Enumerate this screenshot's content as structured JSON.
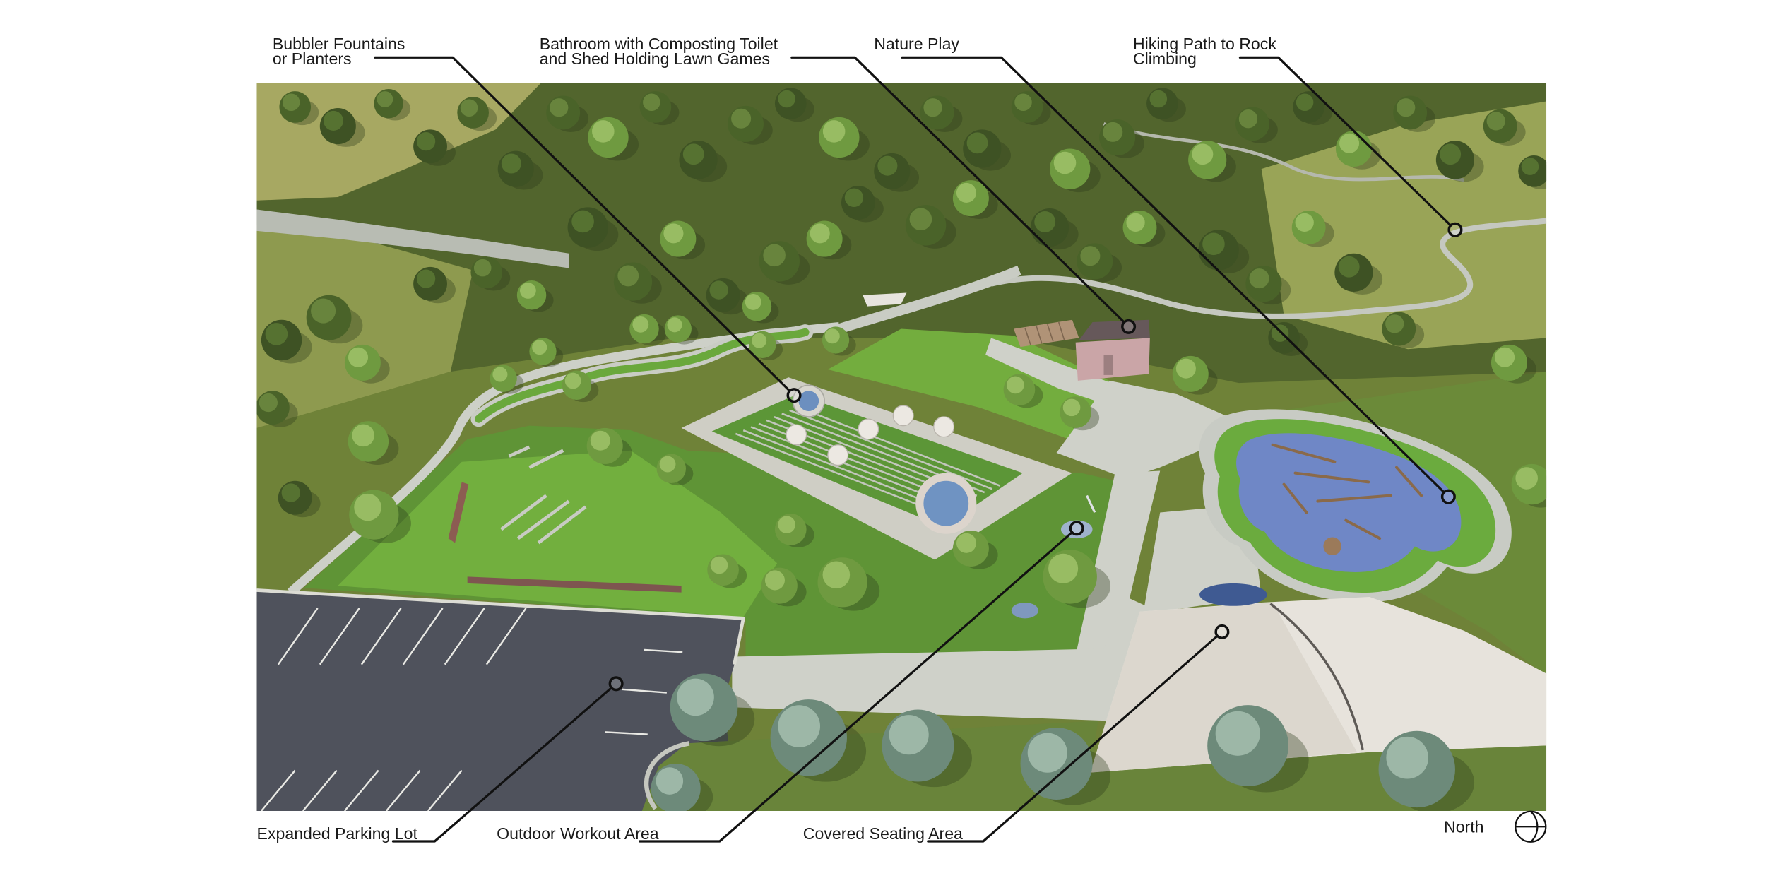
{
  "callouts": {
    "bubbler_fountains": {
      "lines": [
        "Bubbler Fountains",
        "or Planters"
      ]
    },
    "bathroom": {
      "lines": [
        "Bathroom with Composting Toilet",
        "and Shed Holding Lawn Games"
      ]
    },
    "nature_play": {
      "lines": [
        "Nature Play"
      ]
    },
    "hiking_path": {
      "lines": [
        "Hiking Path to Rock",
        "Climbing"
      ]
    },
    "parking_lot": {
      "lines": [
        "Expanded Parking Lot"
      ]
    },
    "workout_area": {
      "lines": [
        "Outdoor Workout Area"
      ]
    },
    "covered_seating": {
      "lines": [
        "Covered Seating Area"
      ]
    }
  },
  "compass": {
    "label": "North",
    "icon": "north-arrow-icon"
  },
  "colors": {
    "background": "#ffffff",
    "leader_line": "#111111",
    "label_text": "#1a1a1a",
    "lawn": "#5f9436",
    "playground_surface": "#6f87c6",
    "parking_lot": "#4f525c",
    "canopy": "#e7e3dc",
    "bathroom": "#caa5a7"
  }
}
